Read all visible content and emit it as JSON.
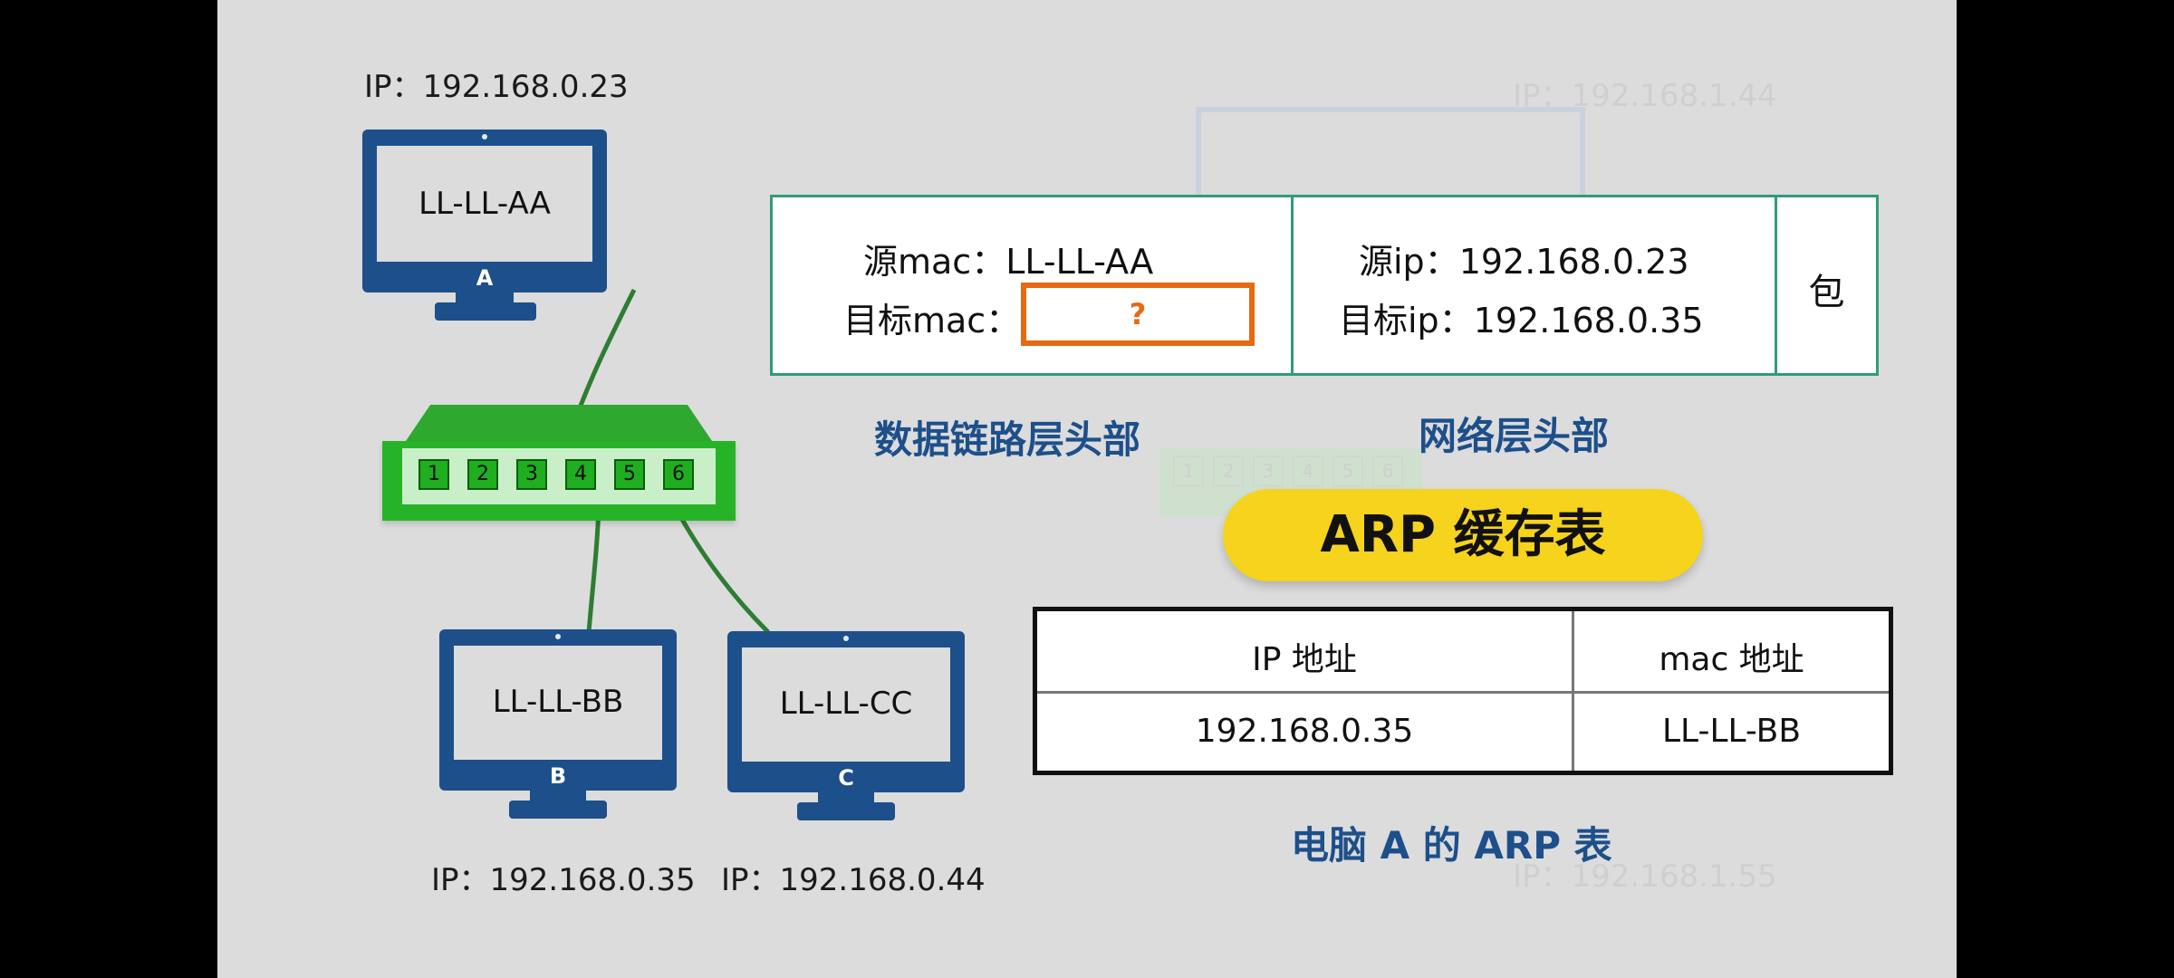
{
  "colors": {
    "background": "#dcdcdc",
    "monitor_blue": "#1d4f8a",
    "switch_green": "#27b327",
    "port_green": "#1fae1f",
    "cable_green": "#2e7d32",
    "frame_border": "#2f9d74",
    "question_orange": "#e56a12",
    "pill_yellow": "#f6d31c",
    "caption_blue": "#1d4f8a"
  },
  "computers": [
    {
      "id": "A",
      "mac": "LL-LL-AA",
      "ip_label": "IP：192.168.0.23",
      "letter": "A"
    },
    {
      "id": "B",
      "mac": "LL-LL-BB",
      "ip_label": "IP：192.168.0.35",
      "letter": "B"
    },
    {
      "id": "C",
      "mac": "LL-LL-CC",
      "ip_label": "IP：192.168.0.44",
      "letter": "C"
    }
  ],
  "switch": {
    "ports": [
      "1",
      "2",
      "3",
      "4",
      "5",
      "6"
    ]
  },
  "background_ghost": {
    "ip_top": "IP：192.168.1.44",
    "ip_bottom": "IP：192.168.1.55",
    "ports": [
      "1",
      "2",
      "3",
      "4",
      "5",
      "6"
    ]
  },
  "frame": {
    "data_link": {
      "src_mac_label": "源mac：",
      "src_mac_value": "LL-LL-AA",
      "dst_mac_label": "目标mac：",
      "dst_mac_value": "?"
    },
    "network": {
      "src_ip_label": "源ip：",
      "src_ip_value": "192.168.0.23",
      "dst_ip_label": "目标ip：",
      "dst_ip_value": "192.168.0.35"
    },
    "payload": "包"
  },
  "captions": {
    "data_link_header": "数据链路层头部",
    "network_header": "网络层头部",
    "arp_table_caption": "电脑 A 的 ARP 表"
  },
  "arp_cache": {
    "title": "ARP 缓存表",
    "columns": [
      "IP 地址",
      "mac 地址"
    ],
    "rows": [
      [
        "192.168.0.35",
        "LL-LL-BB"
      ]
    ]
  }
}
